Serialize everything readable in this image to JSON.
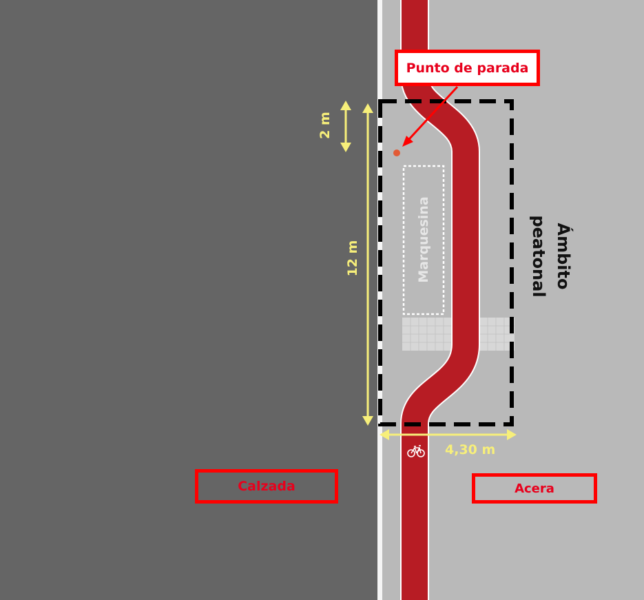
{
  "labels": {
    "calzada": "Calzada",
    "acera": "Acera",
    "punto_parada": "Punto de parada",
    "marquesina": "Marquesina",
    "ambito_line1": "Ámbito",
    "ambito_line2": "peatonal"
  },
  "dimensions": {
    "d2": "2 m",
    "d12": "12 m",
    "d430": "4,30 m"
  },
  "icons": {
    "bicycle": "bicycle-icon"
  },
  "colors": {
    "road": "#656565",
    "sidewalk": "#b9b9b9",
    "bike_lane": "#b71c24",
    "label_red": "#ff0000",
    "dimension_yellow": "#f7ef7a",
    "zone_border": "#000000"
  }
}
